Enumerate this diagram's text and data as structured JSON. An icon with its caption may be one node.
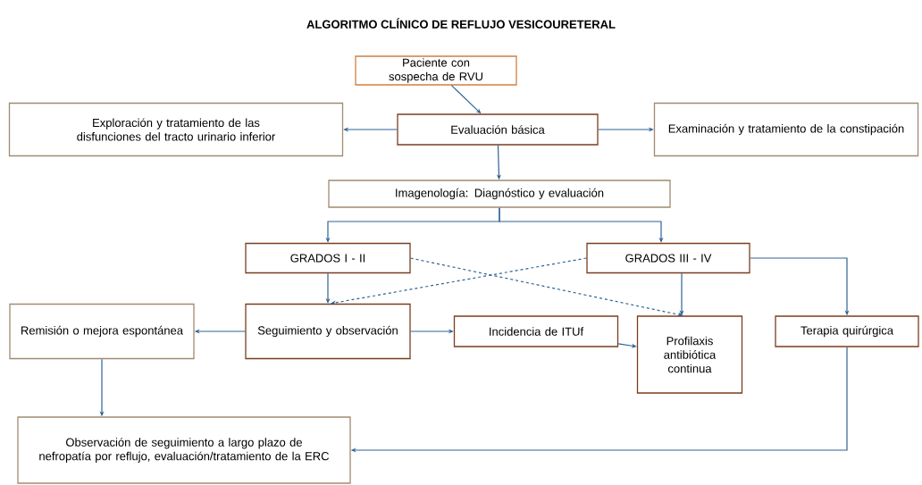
{
  "diagram": {
    "title": "ALGORITMO CLÍNICO DE REFLUJO VESICOURETERAL",
    "nodes": [
      {
        "text": [
          "Paciente con sospecha de RVU"
        ]
      },
      {
        "text": [
          "Exploración y tratamiento de las disfunciones del tracto urinario inferior"
        ]
      },
      {
        "text": [
          "Evaluación básica"
        ]
      },
      {
        "text": [
          "Examinación y tratamiento de la constipación"
        ]
      },
      {
        "text": [
          "Imagenología: Diagnóstico y evaluación"
        ]
      },
      {
        "text": [
          "GRADOS I - II"
        ]
      },
      {
        "text": [
          "GRADOS III - IV"
        ]
      },
      {
        "text": [
          "Remisión o mejora espontánea"
        ]
      },
      {
        "text": [
          "Seguimiento y observación"
        ]
      },
      {
        "text": [
          "Incidencia de ITUf"
        ]
      },
      {
        "text": [
          "Profilaxis antibiótica continua"
        ]
      },
      {
        "text": [
          "Terapia quirúrgica"
        ]
      },
      {
        "text": [
          "Observación de seguimiento a largo plazo de nefropatía por reflujo, evaluación/tratamiento de la ERC"
        ]
      }
    ],
    "edges": [
      {
        "from": 0,
        "to": 2,
        "arrow": "to"
      },
      {
        "from": 2,
        "to": 1,
        "arrow": "to"
      },
      {
        "from": 2,
        "to": 3,
        "arrow": "to"
      },
      {
        "from": 2,
        "to": 4,
        "arrow": "to"
      },
      {
        "from": 4,
        "to": 5,
        "arrow": "to"
      },
      {
        "from": 4,
        "to": 6,
        "arrow": "to"
      },
      {
        "from": 5,
        "to": 8,
        "arrow": "to"
      },
      {
        "from": 5,
        "to": 10,
        "arrow": "to",
        "style": "dashed"
      },
      {
        "from": 6,
        "to": 8,
        "arrow": "to",
        "style": "dashed"
      },
      {
        "from": 6,
        "to": 10,
        "arrow": "to"
      },
      {
        "from": 6,
        "to": 11,
        "arrow": "to"
      },
      {
        "from": 8,
        "to": 7,
        "arrow": "to"
      },
      {
        "from": 8,
        "to": 9,
        "arrow": "to"
      },
      {
        "from": 9,
        "to": 10,
        "arrow": "to"
      },
      {
        "from": 7,
        "to": 12,
        "arrow": "to"
      },
      {
        "from": 11,
        "to": 12,
        "arrow": "to"
      }
    ]
  }
}
